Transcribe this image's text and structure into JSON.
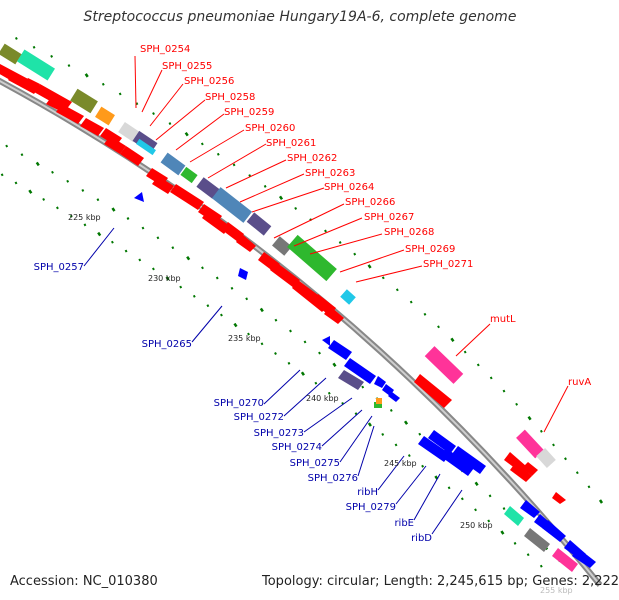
{
  "title": "Streptococcus pneumoniae Hungary19A-6, complete genome",
  "accession_text": "Accession: NC_010380",
  "topology_text": "Topology: circular; Length: 2,245,615 bp; Genes: 2,222",
  "watermark": "255 kbp",
  "colors": {
    "backbone": "#888888",
    "forward_gene": "#ff0000",
    "reverse_gene": "#0000ff",
    "tick": "#007700",
    "label_forward": "#ff0000",
    "label_reverse": "#0000aa",
    "cog_teal": "#1fe3a8",
    "cog_olive": "#7a8a2a",
    "cog_orange": "#ff9a1a",
    "cog_grey": "#a8a8a8",
    "cog_cyan": "#20c8e8",
    "cog_steel": "#4f86b8",
    "cog_slate": "#5a4e8a",
    "cog_green": "#2eb82e",
    "cog_magenta": "#ff3399",
    "cog_darkgrey": "#777777"
  },
  "scale_labels": [
    "225 kbp",
    "230 kbp",
    "235 kbp",
    "240 kbp",
    "245 kbp",
    "250 kbp"
  ],
  "forward_gene_labels": [
    "SPH_0254",
    "SPH_0255",
    "SPH_0256",
    "SPH_0258",
    "SPH_0259",
    "SPH_0260",
    "SPH_0261",
    "SPH_0262",
    "SPH_0263",
    "SPH_0264",
    "SPH_0266",
    "SPH_0267",
    "SPH_0268",
    "SPH_0269",
    "SPH_0271",
    "mutL",
    "ruvA"
  ],
  "reverse_gene_labels": [
    "SPH_0257",
    "SPH_0265",
    "SPH_0270",
    "SPH_0272",
    "SPH_0273",
    "SPH_0274",
    "SPH_0275",
    "SPH_0276",
    "ribH",
    "SPH_0279",
    "ribE",
    "ribD"
  ]
}
